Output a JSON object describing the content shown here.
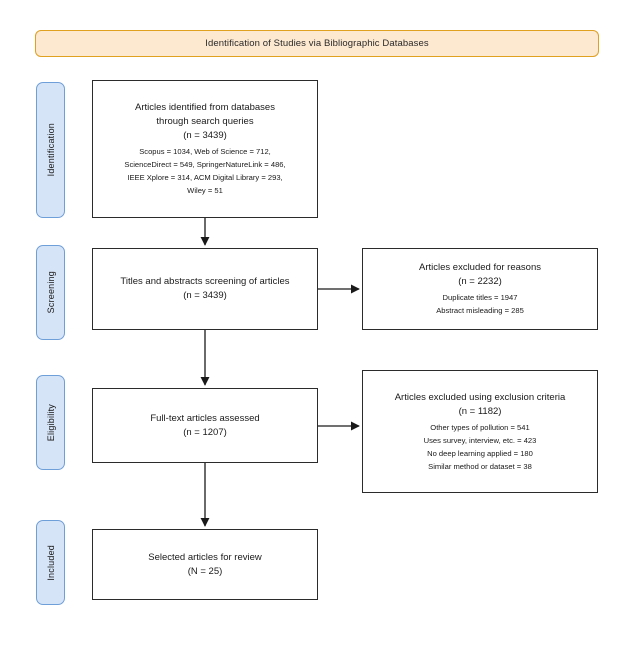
{
  "header": {
    "title": "Identification of Studies via Bibliographic Databases"
  },
  "stages": [
    {
      "label": "Identification"
    },
    {
      "label": "Screening"
    },
    {
      "label": "Eligibility"
    },
    {
      "label": "Included"
    }
  ],
  "flow": {
    "identified": {
      "line1": "Articles identified from databases",
      "line2": "through search queries",
      "count": "(n = 3439)",
      "details": [
        "Scopus = 1034, Web of Science = 712,",
        "ScienceDirect = 549, SpringerNatureLink = 486,",
        "IEEE Xplore = 314, ACM Digital Library = 293,",
        "Wiley = 51"
      ]
    },
    "screening": {
      "line1": "Titles and abstracts screening of articles",
      "count": "(n = 3439)"
    },
    "excluded_reasons": {
      "line1": "Articles excluded for reasons",
      "count": "(n = 2232)",
      "details": [
        "Duplicate titles = 1947",
        "Abstract misleading = 285"
      ]
    },
    "fulltext": {
      "line1": "Full-text articles assessed",
      "count": "(n = 1207)"
    },
    "excluded_criteria": {
      "line1": "Articles excluded using exclusion criteria",
      "count": "(n = 1182)",
      "details": [
        "Other types of pollution = 541",
        "Uses survey, interview, etc. = 423",
        "No deep learning applied = 180",
        "Similar method or dataset = 38"
      ]
    },
    "included": {
      "line1": "Selected articles for review",
      "count": "(N = 25)"
    }
  },
  "colors": {
    "banner_fill": "#fde8d0",
    "banner_border": "#e0a020",
    "stage_fill": "#d6e4f7",
    "stage_border": "#6f9fd8",
    "box_border": "#2b2b2b",
    "connector": "#1a1a1a"
  }
}
